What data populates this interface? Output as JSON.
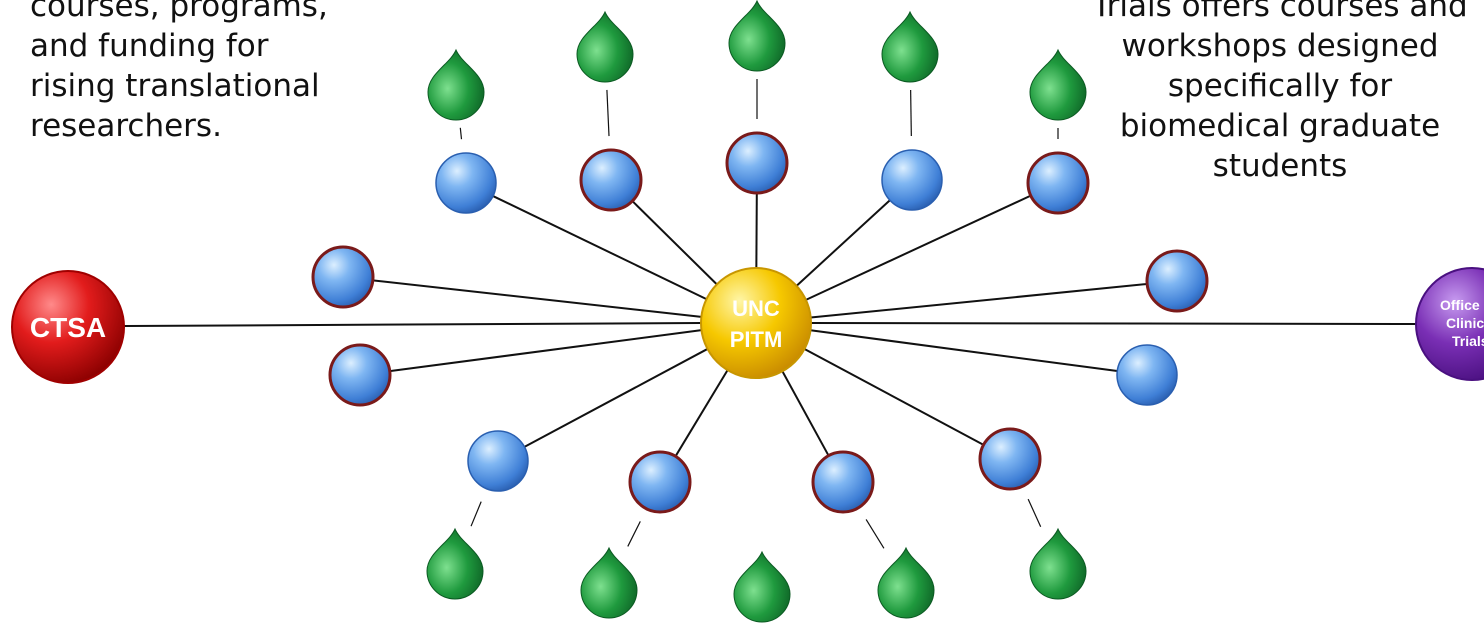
{
  "left_text": "courses, programs,\nand funding for\nrising translational\nresearchers.",
  "right_text": "Trials offers courses and\nworkshops designed\nspecifically for\nbiomedical graduate\nstudents",
  "hub": {
    "line1": "UNC",
    "line2": "PITM"
  },
  "ctsa": {
    "label": "CTSA"
  },
  "office": {
    "line1": "Office of",
    "line2": "Clinical",
    "line3": "Trials"
  },
  "colors": {
    "hub": "#f5c400",
    "ctsa": "#e01818",
    "office": "#7a2fb5",
    "blue_node": "#5b9ee8",
    "leaf": "#1f9a3e",
    "line": "#111111"
  }
}
